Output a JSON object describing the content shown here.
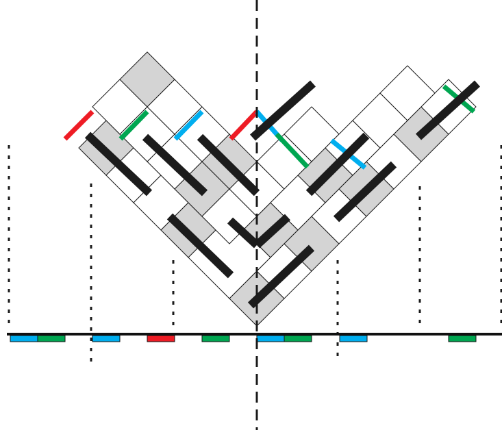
{
  "colors": {
    "background": "#ffffff",
    "cell_shaded": "#d4d4d4",
    "cell_plain": "#ffffff",
    "cell_outline": "#1a1a1a",
    "bar": "#1c1c1c",
    "axis": "#111111",
    "dashed_line": "#1a1a1a",
    "dotted_line": "#1a1a1a",
    "red": "#ee1c25",
    "green": "#00a651",
    "blue": "#00aeef"
  },
  "baseline_segment_colors": [
    "blue",
    "green",
    "blue",
    "red",
    "green",
    "blue",
    "green",
    "blue",
    "green"
  ]
}
